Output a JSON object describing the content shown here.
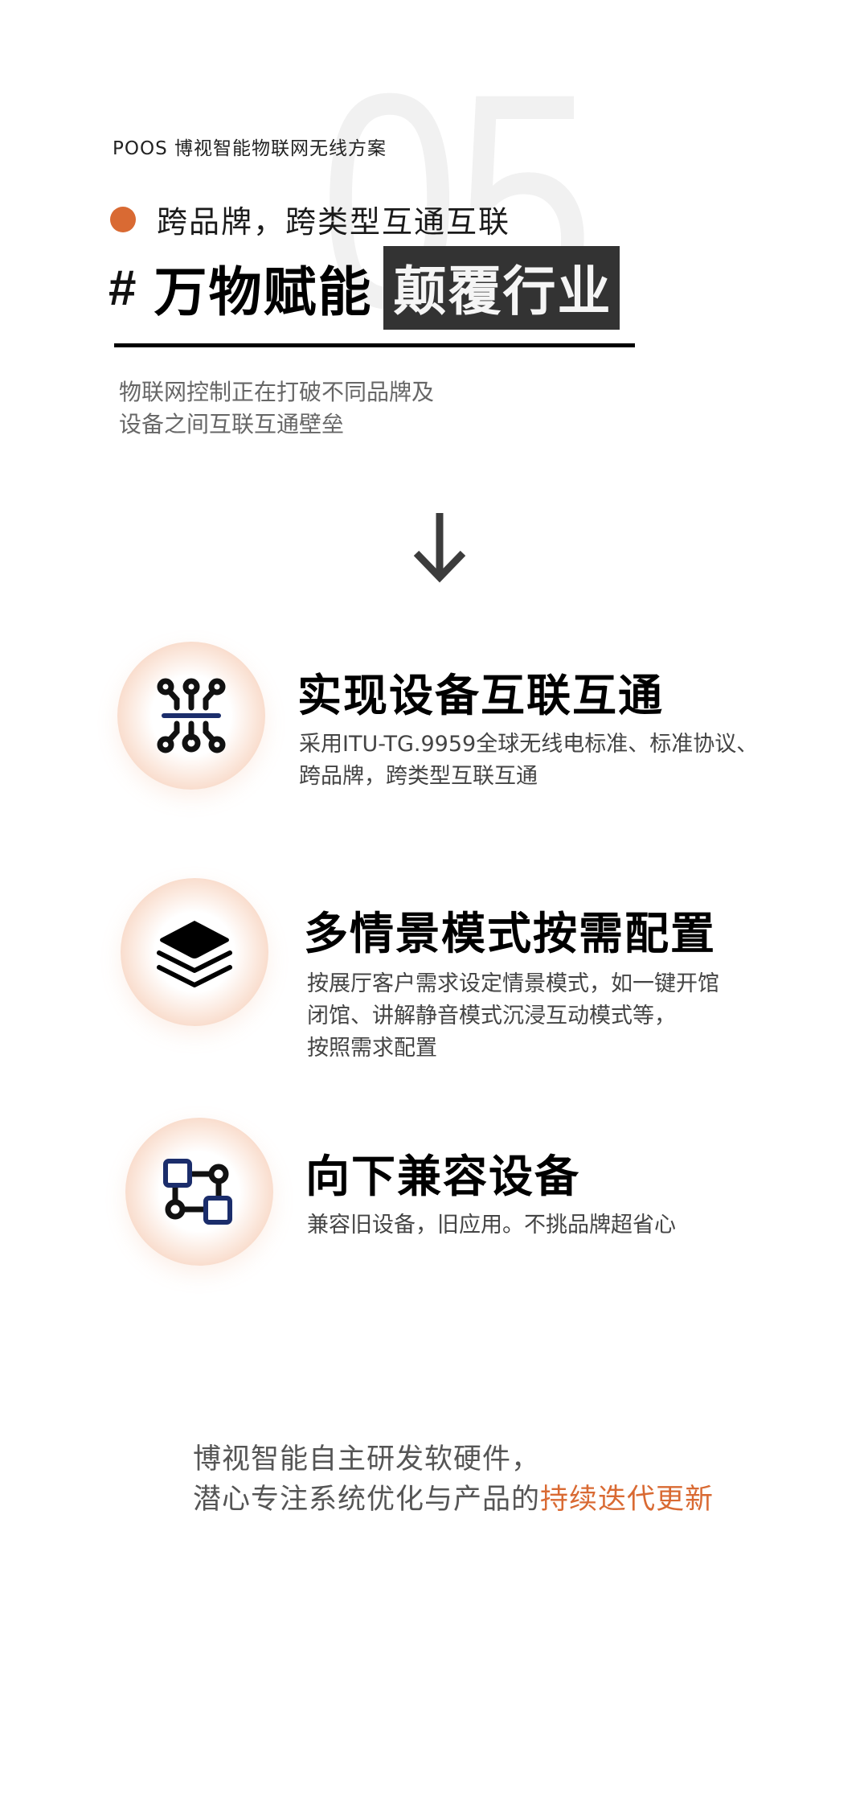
{
  "header": {
    "watermark_number": "05",
    "brand_line": "POOS 博视智能物联网无线方案",
    "subtitle": "跨品牌，跨类型互通互联",
    "headline_hash": "#",
    "headline_main": "万物赋能",
    "headline_highlight": "颠覆行业",
    "intro_lines": [
      "物联网控制正在打破不同品牌及",
      "设备之间互联互通壁垒"
    ]
  },
  "colors": {
    "accent": "#d96a33",
    "highlight_box": "#333333",
    "body_text": "#444444",
    "muted_text": "#666666",
    "icon_navy": "#1b2d6b"
  },
  "divider_icon": "arrow-down-icon",
  "features": [
    {
      "icon": "circuit-connect-icon",
      "title": "实现设备互联互通",
      "desc_lines": [
        "采用ITU-TG.9959全球无线电标准、标准协议、",
        "跨品牌，跨类型互联互通"
      ]
    },
    {
      "icon": "layers-icon",
      "title": "多情景模式按需配置",
      "desc_lines": [
        "按展厅客户需求设定情景模式，如一键开馆",
        "闭馆、讲解静音模式沉浸互动模式等，",
        "按照需求配置"
      ]
    },
    {
      "icon": "workflow-nodes-icon",
      "title": "向下兼容设备",
      "desc_lines": [
        "兼容旧设备，旧应用。不挑品牌超省心"
      ]
    }
  ],
  "closing": {
    "line1": "博视智能自主研发软硬件，",
    "line2_prefix": "潜心专注系统优化与产品的",
    "line2_highlight": "持续迭代更新"
  }
}
